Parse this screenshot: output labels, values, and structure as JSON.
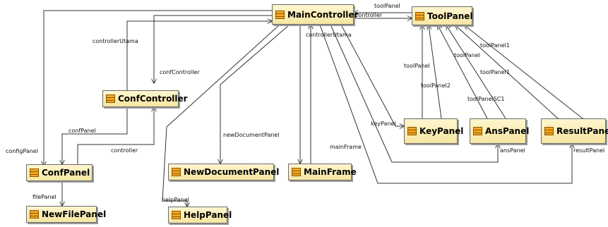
{
  "classes": {
    "main_controller": "MainController",
    "tool_panel": "ToolPanel",
    "conf_controller": "ConfController",
    "conf_panel": "ConfPanel",
    "new_file_panel": "NewFilePanel",
    "new_document_panel": "NewDocumentPanel",
    "help_panel": "HelpPanel",
    "main_frame": "MainFrame",
    "key_panel": "KeyPanel",
    "ans_panel": "AnsPanel",
    "result_panel": "ResultPanel"
  },
  "labels": {
    "tool_panel_top": "toolPanel",
    "controller_top": "controller",
    "controller_utama_left": "controllerUtama",
    "conf_controller_role": "confController",
    "controller_utama_mid": "controllerUtama",
    "tool_panel_key": "toolPanel",
    "tool_panel2": "toolPanel2",
    "tool_panel_ans": "toolPanel",
    "tool_panel_sc1": "toolPanelSC1",
    "tool_panel1_a": "toolPanel1",
    "tool_panel1_b": "toolPanel1",
    "key_panel_role": "keyPanel",
    "ans_panel_role": "ansPanel",
    "result_panel_role": "resultPanel",
    "main_frame_role": "mainFrame",
    "new_document_panel_role": "newDocumentPanel",
    "help_panel_role": "helpPanel",
    "conf_panel_role": "confPanel",
    "config_panel_role": "configPanel",
    "controller_conf": "controller",
    "file_panel_role": "filePanel"
  },
  "colors": {
    "box_fill": "#fff6cf",
    "box_border": "#6b6b6b",
    "icon_fill": "#f5a623",
    "line": "#333333"
  }
}
